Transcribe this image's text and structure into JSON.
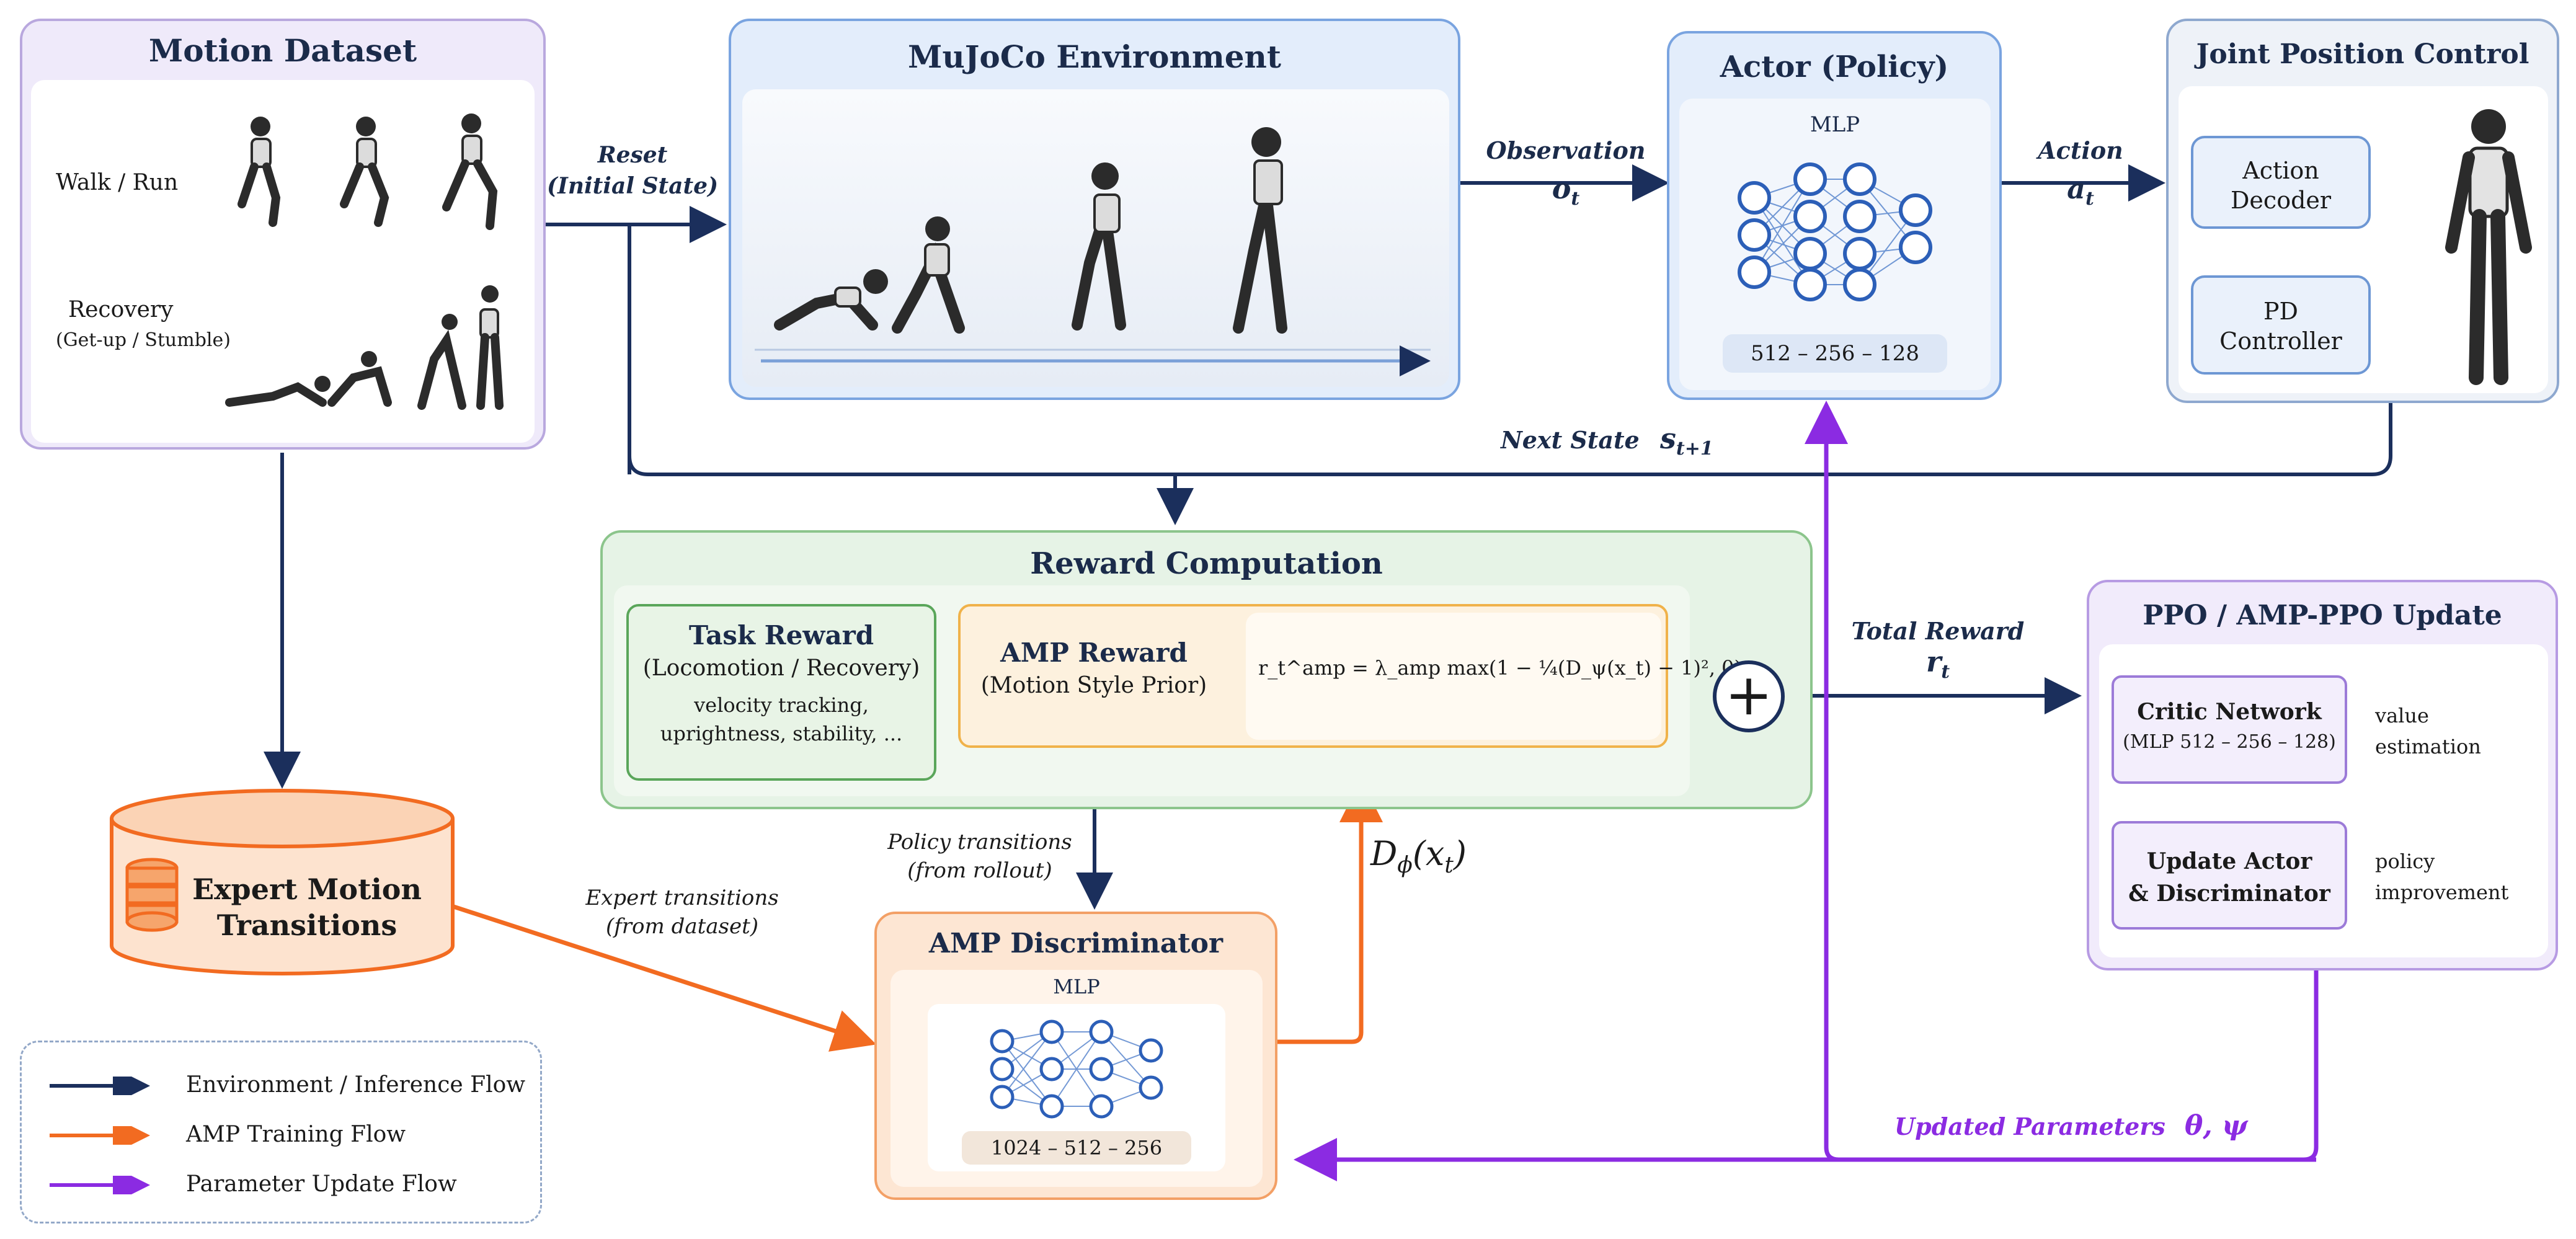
{
  "motion_dataset": {
    "title": "Motion Dataset",
    "walk_run": "Walk / Run",
    "recovery": "Recovery",
    "recovery_sub": "(Get-up / Stumble)"
  },
  "mujoco": {
    "title": "MuJoCo Environment"
  },
  "actor": {
    "title": "Actor (Policy)",
    "mlp": "MLP",
    "dims": "512 – 256 – 128"
  },
  "joint": {
    "title": "Joint Position Control",
    "decoder": [
      "Action",
      "Decoder"
    ],
    "pd": [
      "PD",
      "Controller"
    ]
  },
  "flow_labels": {
    "reset": [
      "Reset",
      "(Initial State)"
    ],
    "observation": "Observation",
    "observation_sym": "o",
    "observation_sub": "t",
    "action": "Action",
    "action_sym": "a",
    "action_sub": "t",
    "next_state": "Next State",
    "next_state_sym": "s",
    "next_state_sub": "t+1",
    "total_reward": "Total  Reward",
    "total_reward_sym": "r",
    "total_reward_sub": "t",
    "policy_transitions": [
      "Policy transitions",
      "(from rollout)"
    ],
    "expert_transitions": [
      "Expert transitions",
      "(from dataset)"
    ],
    "d_phi": "D",
    "d_phi_sub": "ϕ",
    "d_phi_arg": "(x",
    "d_phi_arg_sub": "t",
    "d_phi_close": ")",
    "updated_params": "Updated Parameters",
    "updated_params_sym": "θ, ψ"
  },
  "reward": {
    "title": "Reward Computation",
    "task_title": "Task Reward",
    "task_sub": "(Locomotion / Recovery)",
    "task_desc": [
      "velocity tracking,",
      "uprightness, stability, ..."
    ],
    "amp_title": "AMP Reward",
    "amp_sub": "(Motion Style Prior)",
    "formula": "r_t^amp = λ_amp max(1 − ¼(D_ψ(x_t) − 1)², 0)",
    "plus": "+"
  },
  "expert": {
    "label": [
      "Expert Motion",
      "Transitions"
    ]
  },
  "discriminator": {
    "title": "AMP Discriminator",
    "mlp": "MLP",
    "dims": "1024 – 512 – 256"
  },
  "ppo": {
    "title": "PPO / AMP-PPO Update",
    "critic": [
      "Critic Network",
      "(MLP 512 – 256 – 128)"
    ],
    "critic_note": [
      "value",
      "estimation"
    ],
    "update": [
      "Update Actor",
      "& Discriminator"
    ],
    "update_note": [
      "policy",
      "improvement"
    ]
  },
  "legend": {
    "items": [
      {
        "label": "Environment / Inference Flow",
        "color": "#1b2f5c"
      },
      {
        "label": "AMP Training Flow",
        "color": "#f26b21"
      },
      {
        "label": "Parameter Update Flow",
        "color": "#8b2be2"
      }
    ]
  },
  "colors": {
    "navy": "#1b2f5c",
    "orange": "#f26b21",
    "purple": "#8b2be2"
  }
}
